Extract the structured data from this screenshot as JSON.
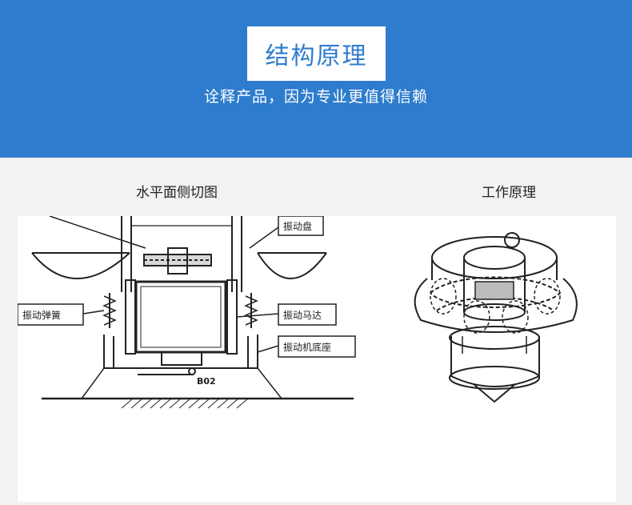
{
  "header": {
    "title": "结构原理",
    "subtitle": "诠释产品，因为专业更值得信赖"
  },
  "captions": {
    "left": "水平面侧切图",
    "right": "工作原理"
  },
  "diagram_labels": {
    "vibrating_plate": "振动盘",
    "vibrating_spring": "振动弹簧",
    "vibrating_motor": "振动马达",
    "machine_base": "振动机底座",
    "part_code": "B02"
  },
  "colors": {
    "banner": "#2e7ccd",
    "background": "#f2f2f4",
    "title_text": "#2e7ccd"
  }
}
